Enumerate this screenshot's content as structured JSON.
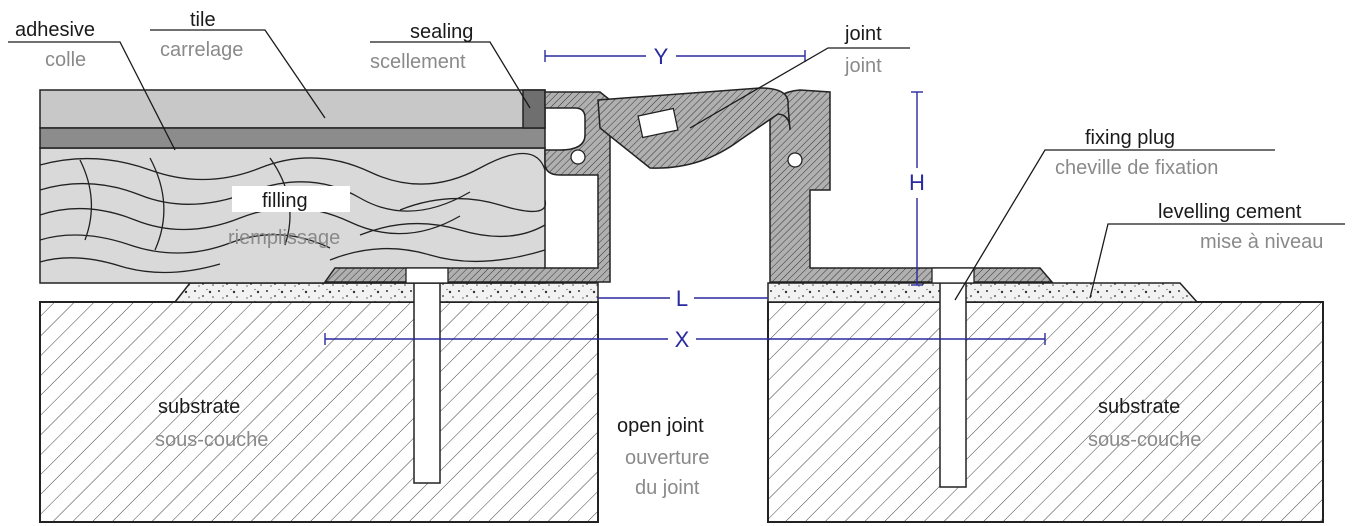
{
  "labels": {
    "adhesive": {
      "en": "adhesive",
      "fr": "colle"
    },
    "tile": {
      "en": "tile",
      "fr": "carrelage"
    },
    "sealing": {
      "en": "sealing",
      "fr": "scellement"
    },
    "joint": {
      "en": "joint",
      "fr": "joint"
    },
    "filling": {
      "en": "filling",
      "fr": "riemplissage"
    },
    "fixing_plug": {
      "en": "fixing plug",
      "fr": "cheville de fixation"
    },
    "levelling_cement": {
      "en": "levelling cement",
      "fr": "mise à niveau"
    },
    "substrate_left": {
      "en": "substrate",
      "fr": "sous-couche"
    },
    "substrate_right": {
      "en": "substrate",
      "fr": "sous-couche"
    },
    "open_joint": {
      "en": "open joint",
      "fr_line1": "ouverture",
      "fr_line2": "du joint"
    }
  },
  "dimensions": {
    "Y": "Y",
    "H": "H",
    "L": "L",
    "X": "X"
  },
  "colors": {
    "dimension": "#2a2aa0",
    "tile": "#c8c8c8",
    "adhesive": "#8c8c8c",
    "filling": "#d9d9d9",
    "profile": "#9a9a9a"
  }
}
